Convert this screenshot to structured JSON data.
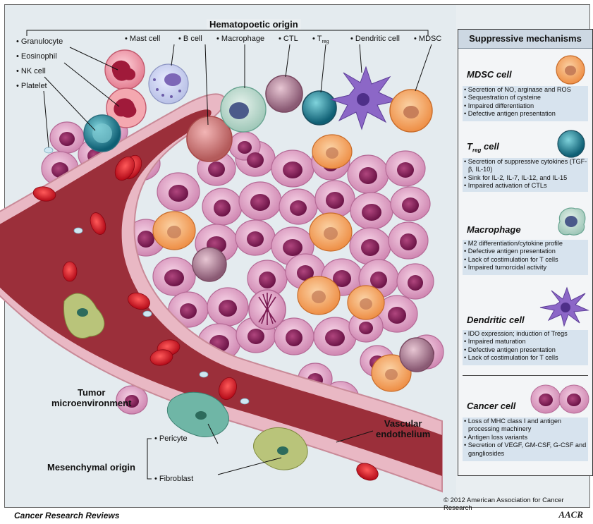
{
  "header": {
    "title": "Hematopoetic origin"
  },
  "hematopoetic_labels": [
    {
      "id": "granulocyte",
      "text": "Granulocyte"
    },
    {
      "id": "eosinophil",
      "text": "Eosinophil"
    },
    {
      "id": "nk",
      "text": "NK cell"
    },
    {
      "id": "platelet",
      "text": "Platelet"
    },
    {
      "id": "mast",
      "text": "Mast cell"
    },
    {
      "id": "bcell",
      "text": "B cell"
    },
    {
      "id": "macrophage",
      "text": "Macrophage"
    },
    {
      "id": "ctl",
      "text": "CTL"
    },
    {
      "id": "treg_main",
      "text": "T"
    },
    {
      "id": "treg_sub",
      "text": "reg"
    },
    {
      "id": "dendritic",
      "text": "Dendritic cell"
    },
    {
      "id": "mdsc",
      "text": "MDSC"
    }
  ],
  "tumor_label": {
    "line1": "Tumor",
    "line2": "microenvironment"
  },
  "vascular_label": {
    "line1": "Vascular",
    "line2": "endothelium"
  },
  "mesenchymal": {
    "title": "Mesenchymal origin",
    "pericyte": "Pericyte",
    "fibroblast": "Fibroblast"
  },
  "panel": {
    "header": "Suppressive mechanisms",
    "sections": [
      {
        "title": "MDSC cell",
        "bullets": [
          "Secretion of NO, arginase and ROS",
          "Sequestration of cysteine",
          "Impaired differentiation",
          "Defective antigen presentation"
        ]
      },
      {
        "title_main": "T",
        "title_sub": "reg",
        "title_rest": " cell",
        "bullets": [
          "Secretion of suppressive cytokines (TGF-β, IL-10)",
          "Sink for IL-2, IL-7, IL-12, and IL-15",
          "Impaired activation of CTLs"
        ]
      },
      {
        "title": "Macrophage",
        "bullets": [
          "M2 differentiation/cytokine profile",
          "Defective antigen presentation",
          "Lack of costimulation for T cells",
          "Impaired tumorcidal activity"
        ]
      },
      {
        "title": "Dendritic cell",
        "bullets": [
          "IDO expression; induction of Tregs",
          "Impaired maturation",
          "Defective antigen presentation",
          "Lack of costimulation for T cells"
        ]
      },
      {
        "title": "Cancer cell",
        "bullets": [
          "Loss of MHC class I and antigen processing machinery",
          "Antigen loss variants",
          "Secretion of VEGF, GM-CSF, G-CSF and gangliosides"
        ]
      }
    ]
  },
  "copyright": "© 2012 American Association for Cancer Research",
  "footer": {
    "journal": "Cancer Research Reviews",
    "logo": "AACR"
  },
  "colors": {
    "panel_header": "#cdd8e3",
    "bullet_box": "#d7e3ee",
    "vessel": "#9b2f3a",
    "rbc": "#d8192a",
    "tumor_cell": "#e0a6c9",
    "mdsc": "#f2a25c"
  }
}
